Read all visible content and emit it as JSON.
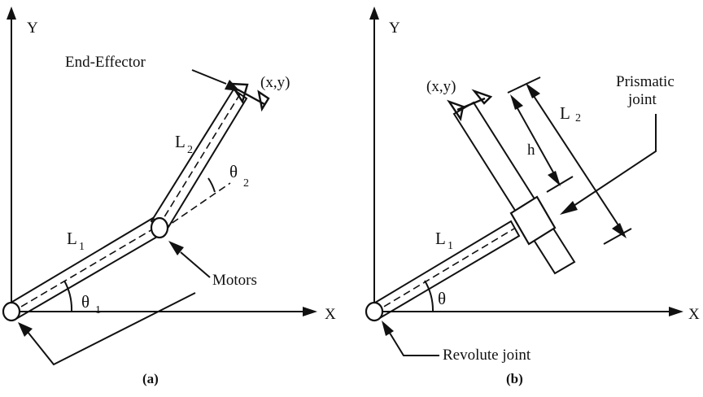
{
  "panel_a": {
    "caption": "(a)",
    "y_axis_label": "Y",
    "x_axis_label": "X",
    "end_effector_label": "End-Effector",
    "endpoint_label": "(x,y)",
    "link1_label": "L",
    "link1_sub": "1",
    "link2_label": "L",
    "link2_sub": "2",
    "theta1_label": "θ",
    "theta1_sub": "1",
    "theta2_label": "θ",
    "theta2_sub": "2",
    "motors_label": "Motors"
  },
  "panel_b": {
    "caption": "(b)",
    "y_axis_label": "Y",
    "x_axis_label": "X",
    "endpoint_label": "(x,y)",
    "link1_label": "L",
    "link1_sub": "1",
    "link2_label": "L",
    "link2_sub": "2",
    "h_label": "h",
    "prismatic_label_line1": "Prismatic",
    "prismatic_label_line2": "joint",
    "theta_label": "θ",
    "revolute_label": "Revolute joint"
  }
}
